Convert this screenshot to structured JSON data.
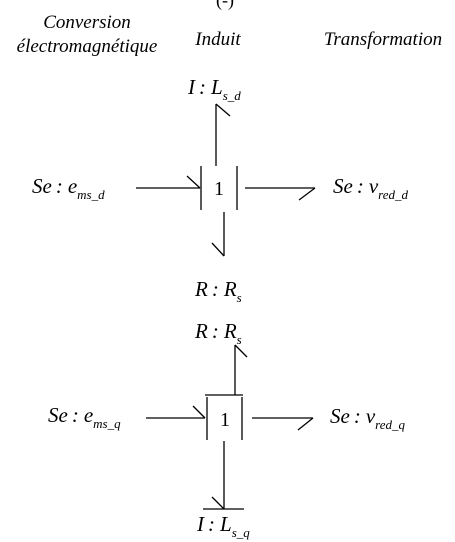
{
  "headers": {
    "conversion_line1": "Conversion",
    "conversion_line2": "électromagnétique",
    "induit": "Induit",
    "transformation": "Transformation",
    "top_partial": "(-)"
  },
  "d_axis": {
    "top": {
      "prefix": "I",
      "var": "L",
      "sub": "s_d"
    },
    "left": {
      "prefix": "Se",
      "var": "e",
      "sub": "ms_d"
    },
    "right": {
      "prefix": "Se",
      "var": "v",
      "sub": "red_d"
    },
    "bottom": {
      "prefix": "R",
      "var": "R",
      "sub": "s"
    },
    "junction": "1"
  },
  "q_axis": {
    "top": {
      "prefix": "R",
      "var": "R",
      "sub": "s"
    },
    "left": {
      "prefix": "Se",
      "var": "e",
      "sub": "ms_q"
    },
    "right": {
      "prefix": "Se",
      "var": "v",
      "sub": "red_q"
    },
    "bottom": {
      "prefix": "I",
      "var": "L",
      "sub": "s_q"
    },
    "junction": "1"
  }
}
